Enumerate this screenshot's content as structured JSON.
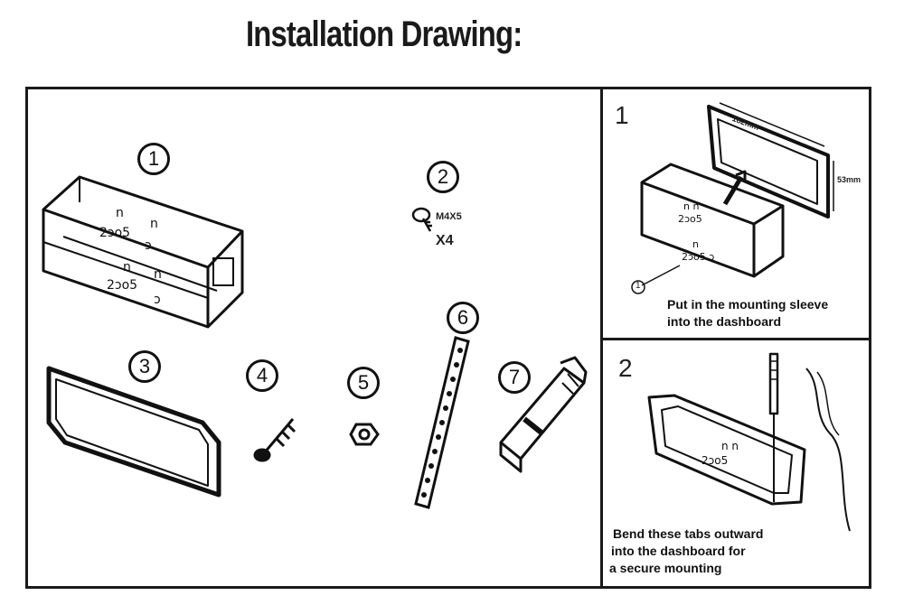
{
  "title": "Installation Drawing:",
  "parts": {
    "p1": "1",
    "p2": "2",
    "p3": "3",
    "p4": "4",
    "p5": "5",
    "p6": "6",
    "p7": "7"
  },
  "screw": {
    "size": "M4X5",
    "qty": "X4"
  },
  "steps": [
    {
      "number": "1",
      "caption_lines": [
        "Put in the mounting sleeve",
        "into the dashboard"
      ],
      "dim_width": "182mm",
      "dim_height": "53mm",
      "callout": "1"
    },
    {
      "number": "2",
      "caption_lines": [
        "Bend these tabs outward",
        "into the dashboard for",
        "a secure mounting"
      ]
    }
  ]
}
